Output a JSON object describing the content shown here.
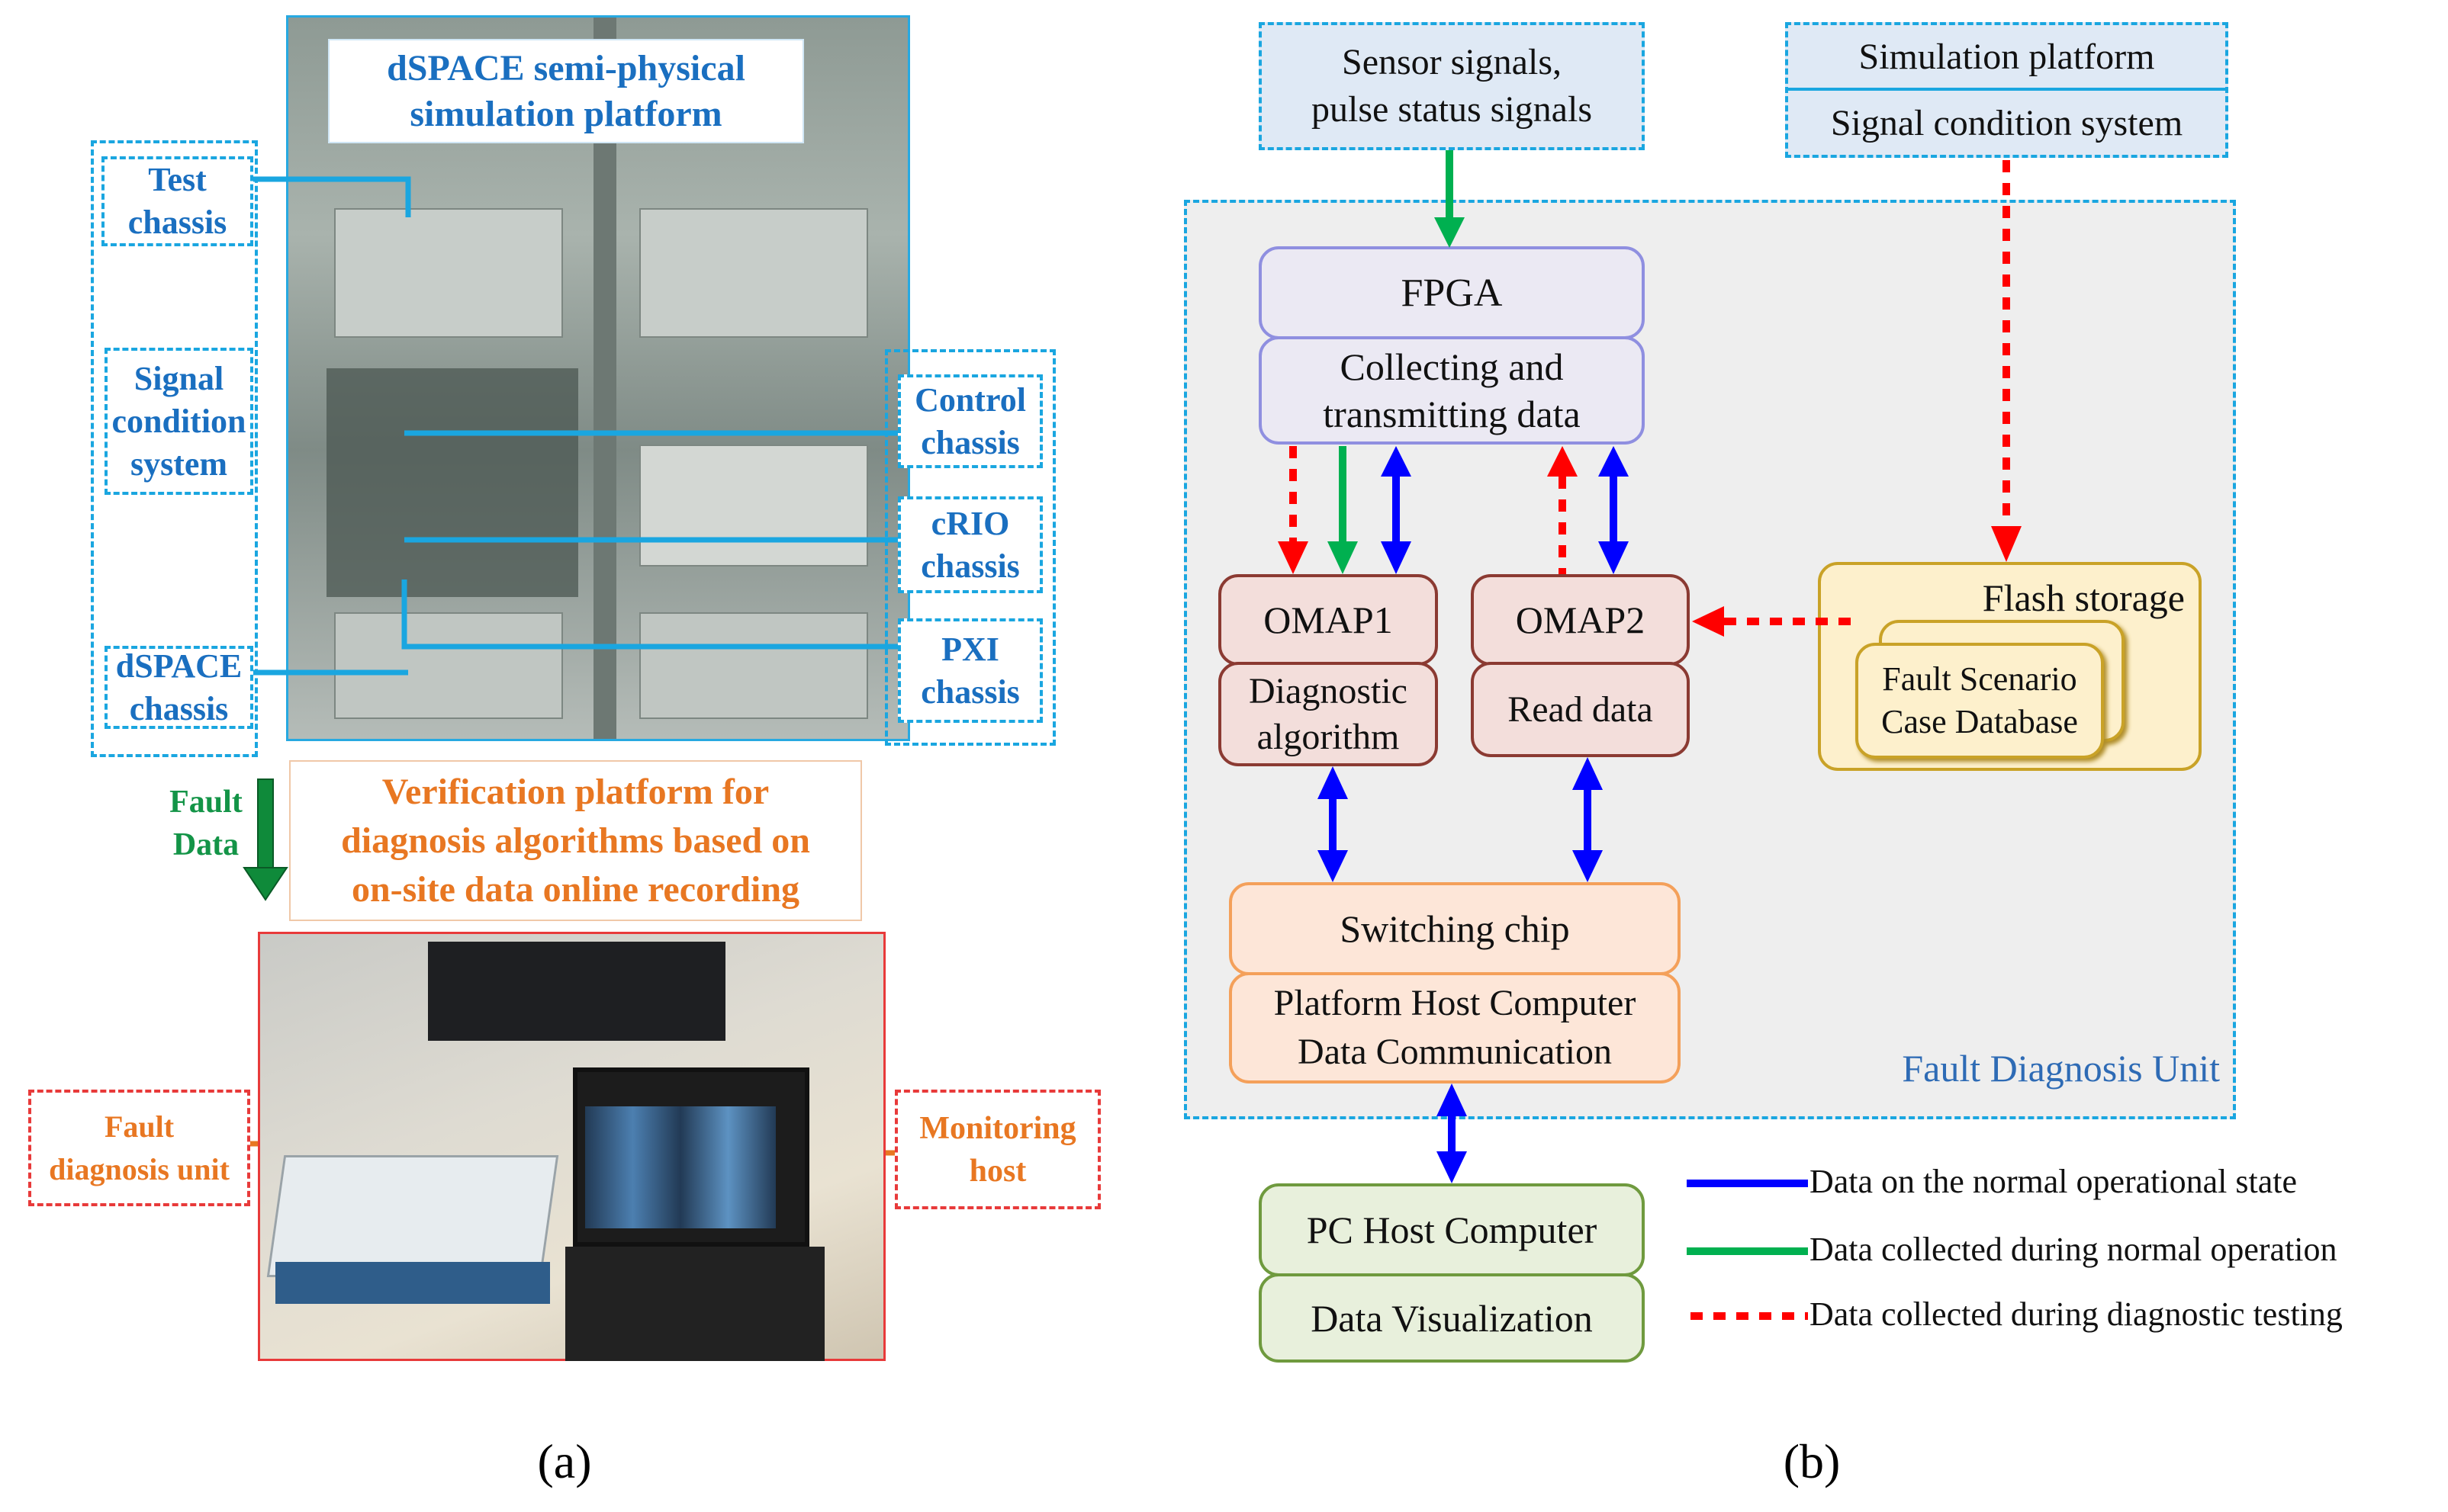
{
  "panel_a": {
    "caption": "(a)",
    "title": [
      "dSPACE semi-physical",
      "simulation platform"
    ],
    "left_labels": {
      "test_chassis": [
        "Test",
        "chassis"
      ],
      "signal_condition": [
        "Signal",
        "condition",
        "system"
      ],
      "dspace_chassis": [
        "dSPACE",
        "chassis"
      ]
    },
    "right_labels": {
      "control_chassis": [
        "Control",
        "chassis"
      ],
      "crio_chassis": [
        "cRIO",
        "chassis"
      ],
      "pxi_chassis": [
        "PXI",
        "chassis"
      ]
    },
    "fault_data": [
      "Fault",
      "Data"
    ],
    "verification": [
      "Verification platform for",
      "diagnosis algorithms based on",
      "on-site data online recording"
    ],
    "fault_diagnosis_unit": [
      "Fault",
      "diagnosis unit"
    ],
    "monitoring_host": [
      "Monitoring",
      "host"
    ]
  },
  "panel_b": {
    "caption": "(b)",
    "sensor": [
      "Sensor signals,",
      "pulse status signals"
    ],
    "sim_platform": "Simulation platform",
    "signal_condition_system": "Signal condition system",
    "fpga": "FPGA",
    "fpga_sub": [
      "Collecting and",
      "transmitting data"
    ],
    "omap1": "OMAP1",
    "omap1_sub": [
      "Diagnostic",
      "algorithm"
    ],
    "omap2": "OMAP2",
    "omap2_sub": "Read data",
    "flash": "Flash storage",
    "database": [
      "Fault Scenario",
      "Case Database"
    ],
    "switching": "Switching chip",
    "switching_sub": [
      "Platform Host Computer",
      "Data Communication"
    ],
    "fdu_label": "Fault Diagnosis Unit",
    "pc_host": "PC Host Computer",
    "data_vis": "Data Visualization",
    "legend": [
      {
        "label": "Data on the normal operational state",
        "color": "#0000ff",
        "style": "solid"
      },
      {
        "label": "Data collected during normal operation",
        "color": "#00b050",
        "style": "solid"
      },
      {
        "label": "Data collected during diagnostic testing",
        "color": "#ff0000",
        "style": "dotted"
      }
    ]
  },
  "colors": {
    "blue_label": "#1a6fc0",
    "dash_blue": "#1aa6e0",
    "orange": "#e87722",
    "green": "#00b050",
    "red": "#ff0000",
    "blue_arrow": "#0000ff"
  }
}
